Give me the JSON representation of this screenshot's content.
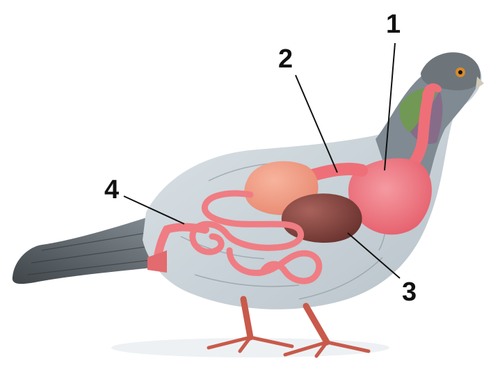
{
  "labels": [
    {
      "id": "1",
      "text": "1"
    },
    {
      "id": "2",
      "text": "2"
    },
    {
      "id": "3",
      "text": "3"
    },
    {
      "id": "4",
      "text": "4"
    }
  ],
  "colors": {
    "feather_light": "#c9d3da",
    "feather_mid": "#9aa6ae",
    "feather_dark": "#5d666d",
    "head": "#7d858b",
    "neck_green": "#6f9a4a",
    "neck_purple": "#8a5f86",
    "organ_pink": "#ef6f78",
    "organ_light": "#f3a08f",
    "gizzard": "#8c4b46",
    "legs": "#d86a5a",
    "ink": "#111111"
  },
  "icons": [
    "pigeon-body",
    "digestive-tract"
  ]
}
